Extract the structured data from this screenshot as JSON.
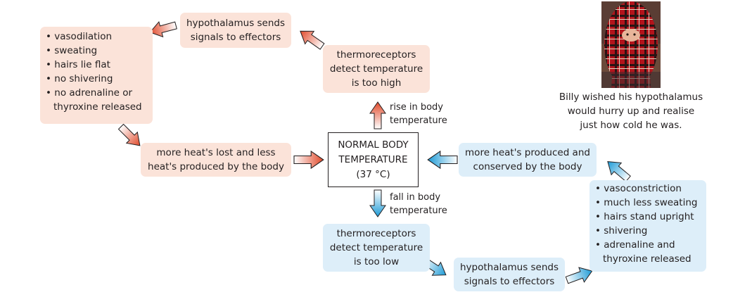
{
  "center": {
    "lines": [
      "NORMAL BODY",
      "TEMPERATURE",
      "(37 °C)"
    ]
  },
  "warm": {
    "rise_label": [
      "rise in body",
      "temperature"
    ],
    "detect": [
      "thermoreceptors",
      "detect temperature",
      "is too high"
    ],
    "signals": [
      "hypothalamus sends",
      "signals to effectors"
    ],
    "effects": [
      "vasodilation",
      "sweating",
      "hairs lie flat",
      "no shivering",
      "no adrenaline or thyroxine released"
    ],
    "result": [
      "more heat's lost and less",
      "heat's produced by the body"
    ]
  },
  "cool": {
    "fall_label": [
      "fall in body",
      "temperature"
    ],
    "detect": [
      "thermoreceptors",
      "detect temperature",
      "is too low"
    ],
    "signals": [
      "hypothalamus sends",
      "signals to effectors"
    ],
    "effects": [
      "vasoconstriction",
      "much less sweating",
      "hairs stand upright",
      "shivering",
      "adrenaline and thyroxine released"
    ],
    "result": [
      "more heat's produced and",
      "conserved by the body"
    ]
  },
  "caption": [
    "Billy wished his hypothalamus",
    "would hurry up and realise",
    "just how cold he was."
  ],
  "colors": {
    "warm_box": "#fbe3d9",
    "cool_box": "#ddeef9",
    "warm_arrow": "#e0492a",
    "cool_arrow": "#1c9ad6"
  }
}
